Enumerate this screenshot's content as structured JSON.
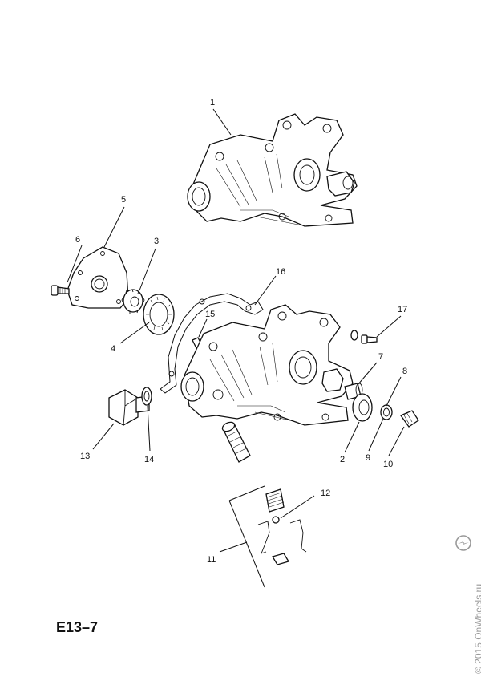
{
  "figure_code": "E13–7",
  "watermark": "© 2015 OnWheels.ru",
  "callouts": [
    "1",
    "2",
    "3",
    "4",
    "5",
    "6",
    "7",
    "8",
    "9",
    "10",
    "11",
    "12",
    "13",
    "14",
    "15",
    "16",
    "17"
  ]
}
